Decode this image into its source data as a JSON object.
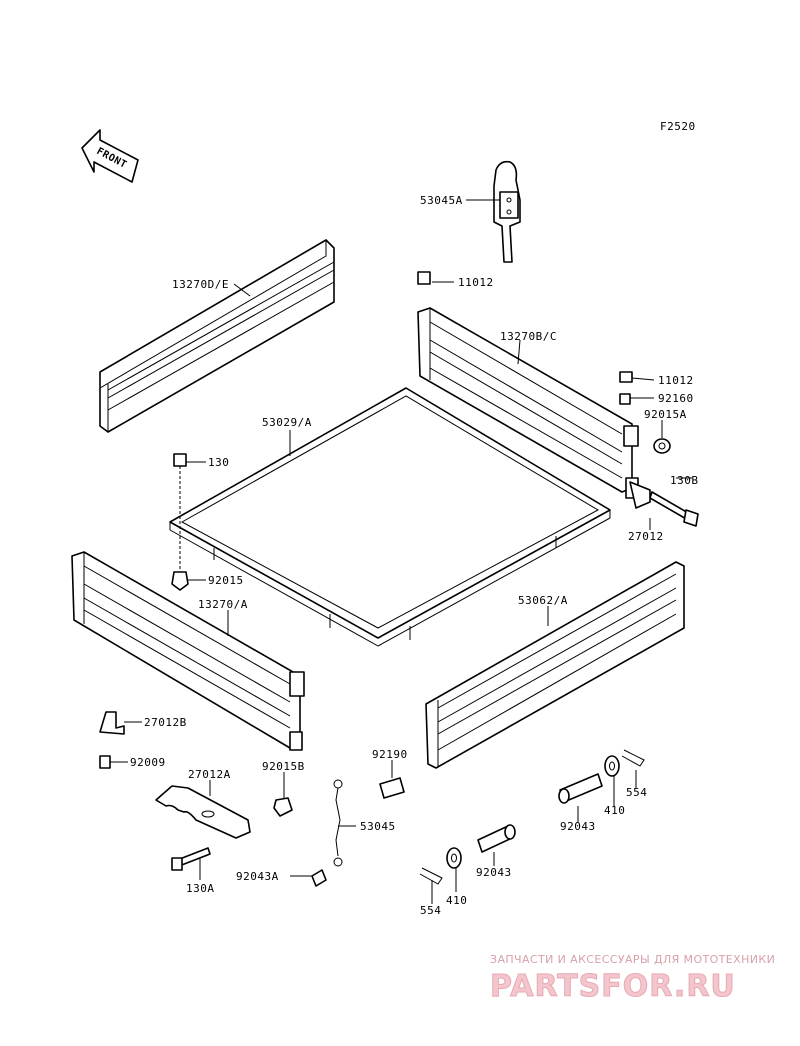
{
  "figure_code": "F2520",
  "front_arrow_label": "FRONT",
  "labels": {
    "p53045A": "53045A",
    "p11012_top": "11012",
    "p13270DE": "13270D/E",
    "p13270BC": "13270B/C",
    "p11012_right": "11012",
    "p92160": "92160",
    "p92015A": "92015A",
    "p53029A": "53029/A",
    "p130": "130",
    "p130B": "130B",
    "p27012": "27012",
    "p92015": "92015",
    "p13270A": "13270/A",
    "p53062A": "53062/A",
    "p27012B": "27012B",
    "p92009": "92009",
    "p27012A": "27012A",
    "p92015B": "92015B",
    "p92190": "92190",
    "p53045": "53045",
    "p130A": "130A",
    "p92043A": "92043A",
    "p554_right": "554",
    "p410_right": "410",
    "p92043_right": "92043",
    "p92043_center": "92043",
    "p554_left": "554",
    "p410_left": "410"
  },
  "watermark": {
    "subtitle": "ЗАПЧАСТИ И АКСЕССУАРЫ ДЛЯ МОТОТЕХНИКИ",
    "brand": "PARTSFOR.RU"
  }
}
